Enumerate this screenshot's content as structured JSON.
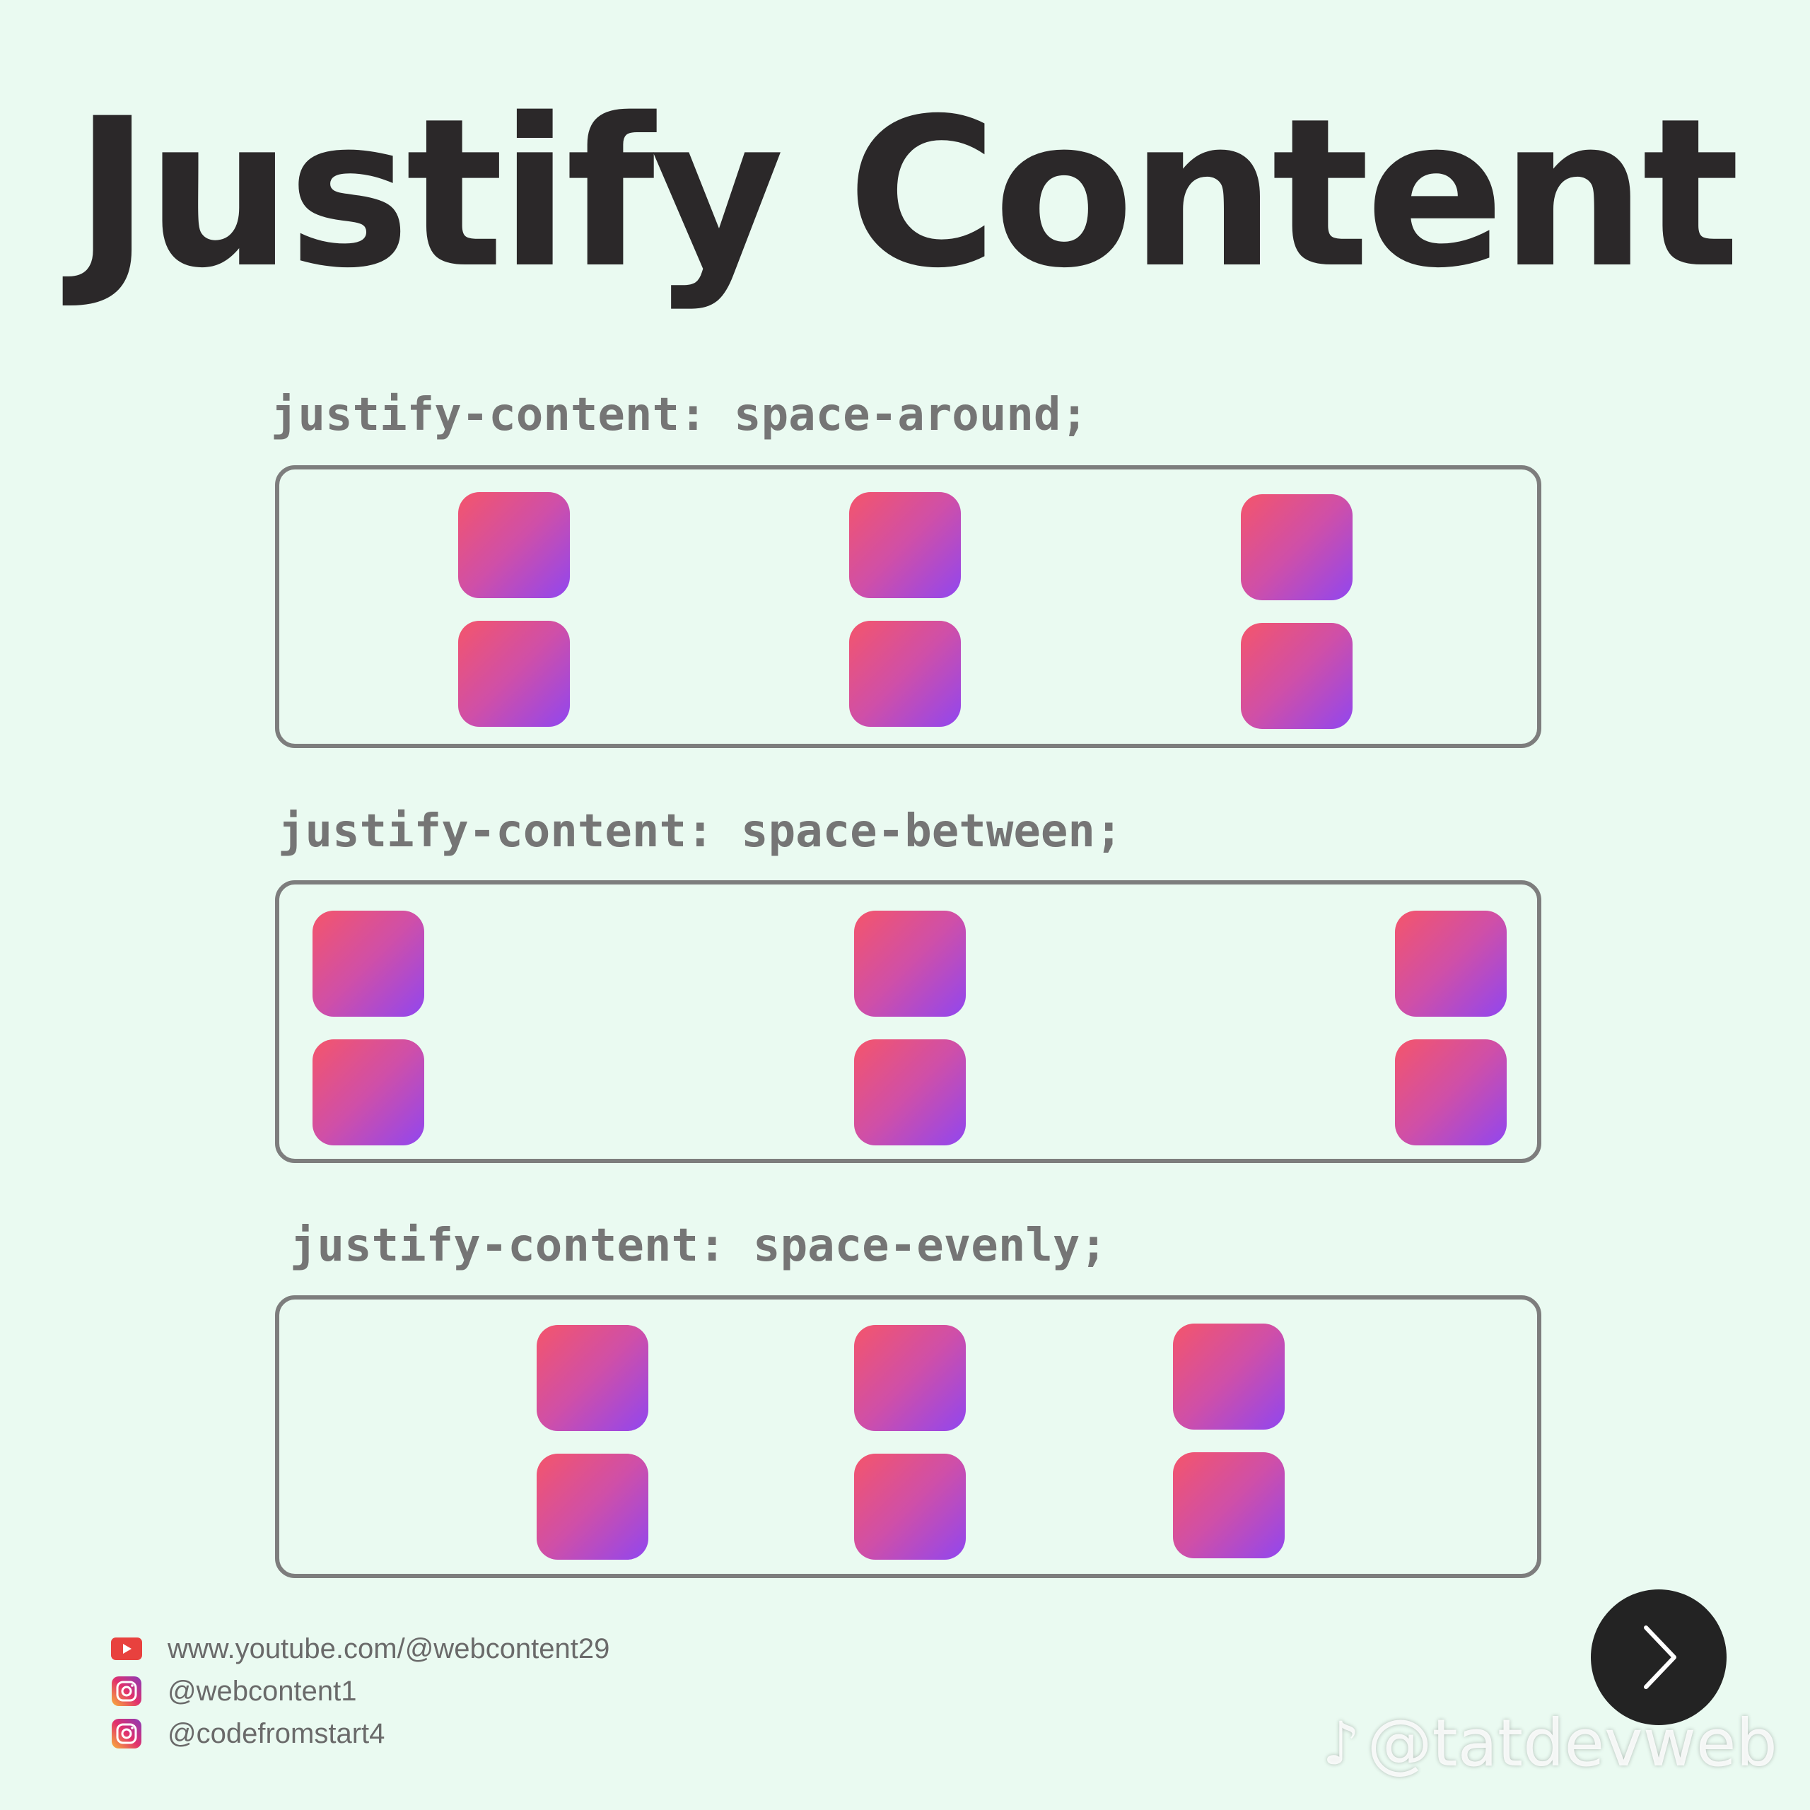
{
  "title": "Justify Content",
  "sections": [
    {
      "label": "justify-content: space-around;"
    },
    {
      "label": "justify-content: space-between;"
    },
    {
      "label": "justify-content: space-evenly;"
    }
  ],
  "footer": {
    "youtube": "www.youtube.com/@webcontent29",
    "instagram_1": "@webcontent1",
    "instagram_2": "@codefromstart4"
  },
  "watermark": {
    "note_glyph": "♪",
    "handle": "@tatdevweb"
  },
  "colors": {
    "background": "#eafaf1",
    "title": "#2b2829",
    "label": "#757575",
    "box_border": "#7d7d7d",
    "item_gradient_start": "#f4556b",
    "item_gradient_end": "#9146ef",
    "next_button": "#232323"
  },
  "icons": {
    "youtube": "youtube-icon",
    "instagram": "instagram-icon",
    "next": "chevron-right-icon"
  }
}
